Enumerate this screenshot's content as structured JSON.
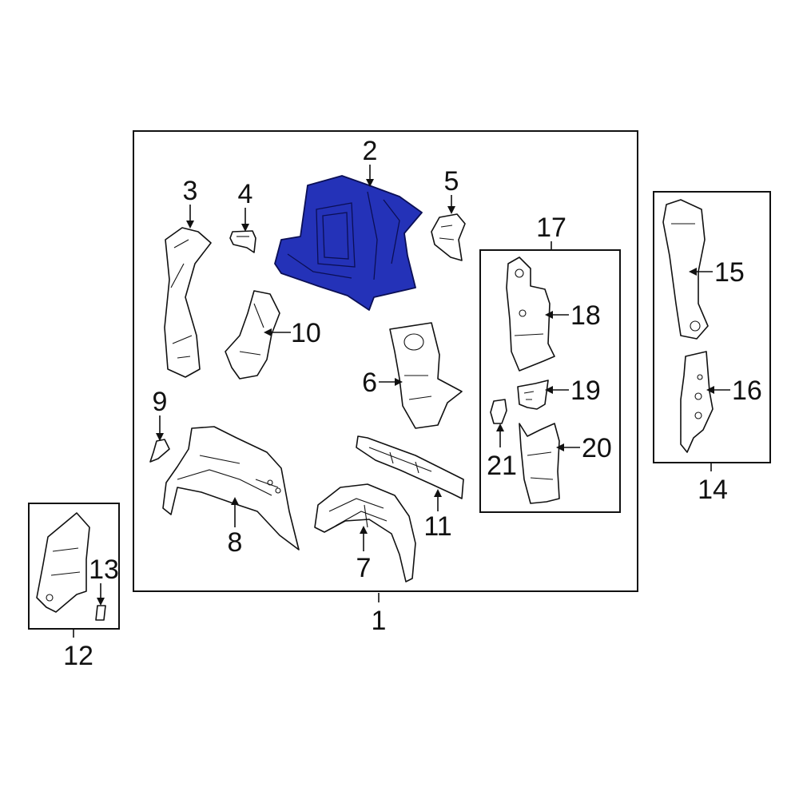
{
  "diagram": {
    "highlight_color": "#2432b8",
    "highlighted_part": "2",
    "callouts": {
      "c1": "1",
      "c2": "2",
      "c3": "3",
      "c4": "4",
      "c5": "5",
      "c6": "6",
      "c7": "7",
      "c8": "8",
      "c9": "9",
      "c10": "10",
      "c11": "11",
      "c12": "12",
      "c13": "13",
      "c14": "14",
      "c15": "15",
      "c16": "16",
      "c17": "17",
      "c18": "18",
      "c19": "19",
      "c20": "20",
      "c21": "21"
    }
  }
}
